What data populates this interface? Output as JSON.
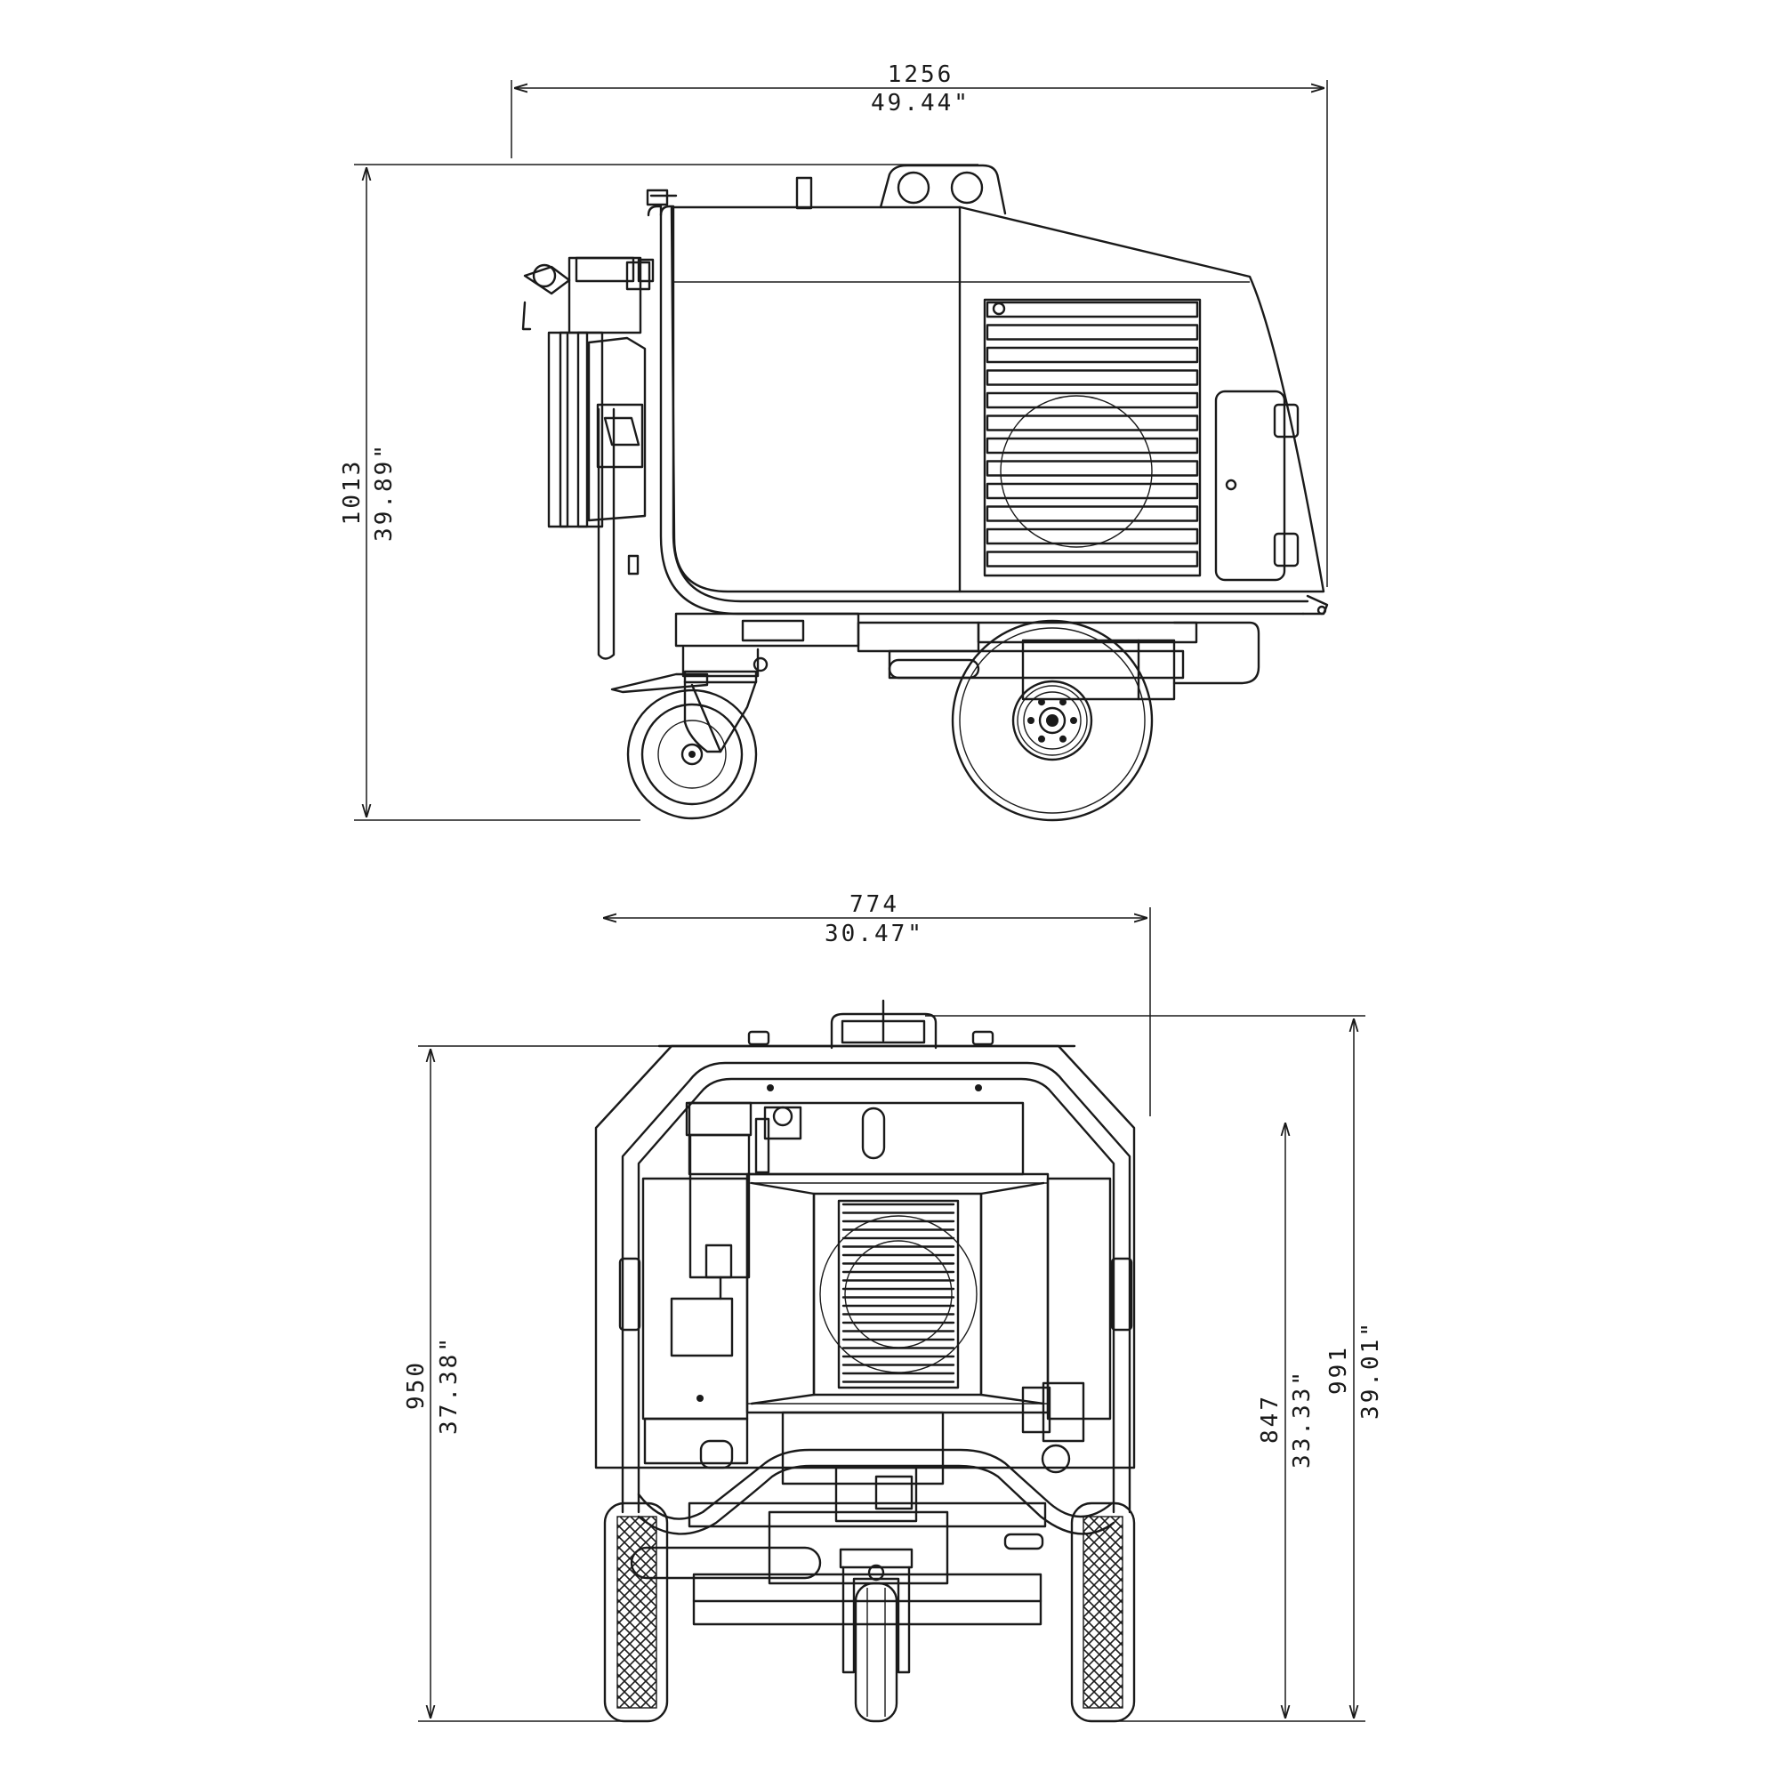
{
  "side_view": {
    "width_mm": "1256",
    "width_in": "49.44\"",
    "height_mm": "1013",
    "height_in": "39.89\""
  },
  "front_view": {
    "width_mm": "774",
    "width_in": "30.47\"",
    "height_mm": "950",
    "height_in": "37.38\"",
    "inner_height_mm": "847",
    "inner_height_in": "33.33\"",
    "total_height_mm": "991",
    "total_height_in": "39.01\""
  }
}
